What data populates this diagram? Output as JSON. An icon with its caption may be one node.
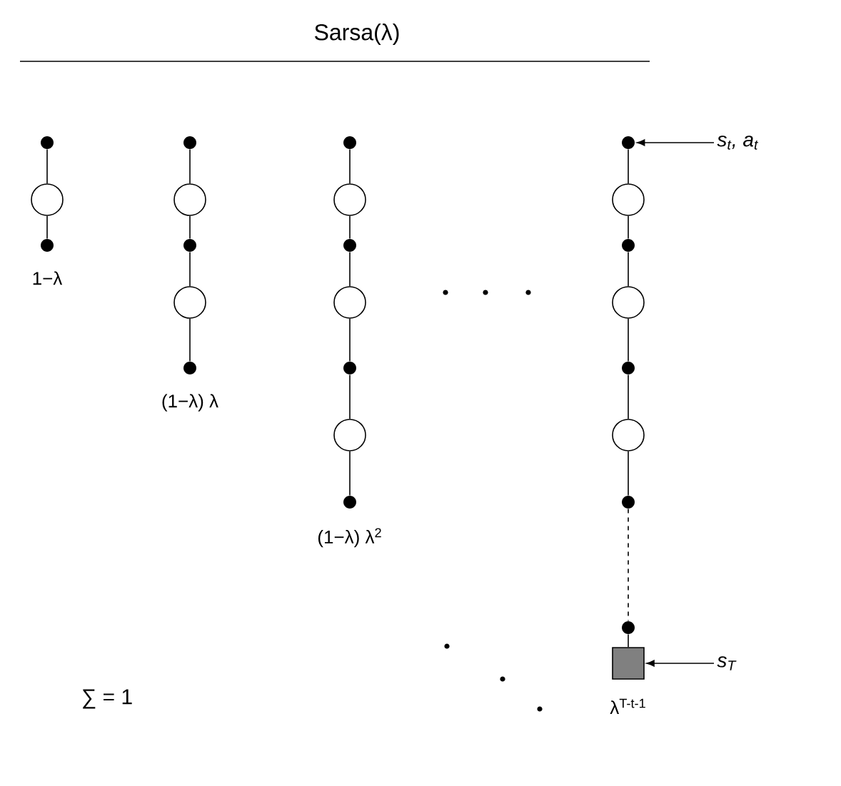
{
  "diagram": {
    "title": "Sarsa(λ)",
    "nodes": [
      {
        "text": [],
        "shape": "dot"
      },
      {
        "text": [],
        "shape": "circle"
      },
      {
        "text": [],
        "shape": "dot",
        "beside": [
          "1−λ"
        ]
      },
      {
        "text": [],
        "shape": "dot"
      },
      {
        "text": [],
        "shape": "circle"
      },
      {
        "text": [],
        "shape": "dot"
      },
      {
        "text": [],
        "shape": "circle"
      },
      {
        "text": [],
        "shape": "dot",
        "beside": [
          "(1−λ) λ"
        ]
      },
      {
        "text": [],
        "shape": "dot"
      },
      {
        "text": [],
        "shape": "circle"
      },
      {
        "text": [],
        "shape": "dot"
      },
      {
        "text": [],
        "shape": "circle"
      },
      {
        "text": [],
        "shape": "dot"
      },
      {
        "text": [],
        "shape": "circle"
      },
      {
        "text": [],
        "shape": "dot",
        "beside": [
          "(1−λ) λ$^{2}$"
        ]
      },
      {
        "text": [],
        "shape": "dot"
      },
      {
        "text": [],
        "shape": "circle"
      },
      {
        "text": [],
        "shape": "dot"
      },
      {
        "text": [],
        "shape": "circle"
      },
      {
        "text": [],
        "shape": "dot"
      },
      {
        "text": [],
        "shape": "circle"
      },
      {
        "text": [],
        "shape": "dot"
      },
      {
        "text": [],
        "shape": "dot"
      },
      {
        "text": [],
        "shape": "box",
        "beside": [
          "λ$^{T-t-1}$"
        ]
      },
      {
        "text": [
          "s$_{t}$, a$_{t}$"
        ]
      },
      {
        "text": [
          "s$_{T}$"
        ]
      }
    ],
    "edges": [
      {
        "from": 0,
        "to": 1,
        "arrow": "none"
      },
      {
        "from": 1,
        "to": 2,
        "arrow": "none"
      },
      {
        "from": 3,
        "to": 4,
        "arrow": "none"
      },
      {
        "from": 4,
        "to": 5,
        "arrow": "none"
      },
      {
        "from": 5,
        "to": 6,
        "arrow": "none"
      },
      {
        "from": 6,
        "to": 7,
        "arrow": "none"
      },
      {
        "from": 8,
        "to": 9,
        "arrow": "none"
      },
      {
        "from": 9,
        "to": 10,
        "arrow": "none"
      },
      {
        "from": 10,
        "to": 11,
        "arrow": "none"
      },
      {
        "from": 11,
        "to": 12,
        "arrow": "none"
      },
      {
        "from": 12,
        "to": 13,
        "arrow": "none"
      },
      {
        "from": 13,
        "to": 14,
        "arrow": "none"
      },
      {
        "from": 15,
        "to": 16,
        "arrow": "none"
      },
      {
        "from": 16,
        "to": 17,
        "arrow": "none"
      },
      {
        "from": 17,
        "to": 18,
        "arrow": "none"
      },
      {
        "from": 18,
        "to": 19,
        "arrow": "none"
      },
      {
        "from": 19,
        "to": 20,
        "arrow": "none"
      },
      {
        "from": 20,
        "to": 21,
        "arrow": "none"
      },
      {
        "from": 21,
        "to": 22,
        "arrow": "none",
        "style": "dashed"
      },
      {
        "from": 22,
        "to": 23,
        "arrow": "none"
      },
      {
        "from": 24,
        "to": 15,
        "arrow": "to"
      },
      {
        "from": 25,
        "to": 23,
        "arrow": "to"
      }
    ],
    "labels": [
      "∑ = 1"
    ]
  }
}
